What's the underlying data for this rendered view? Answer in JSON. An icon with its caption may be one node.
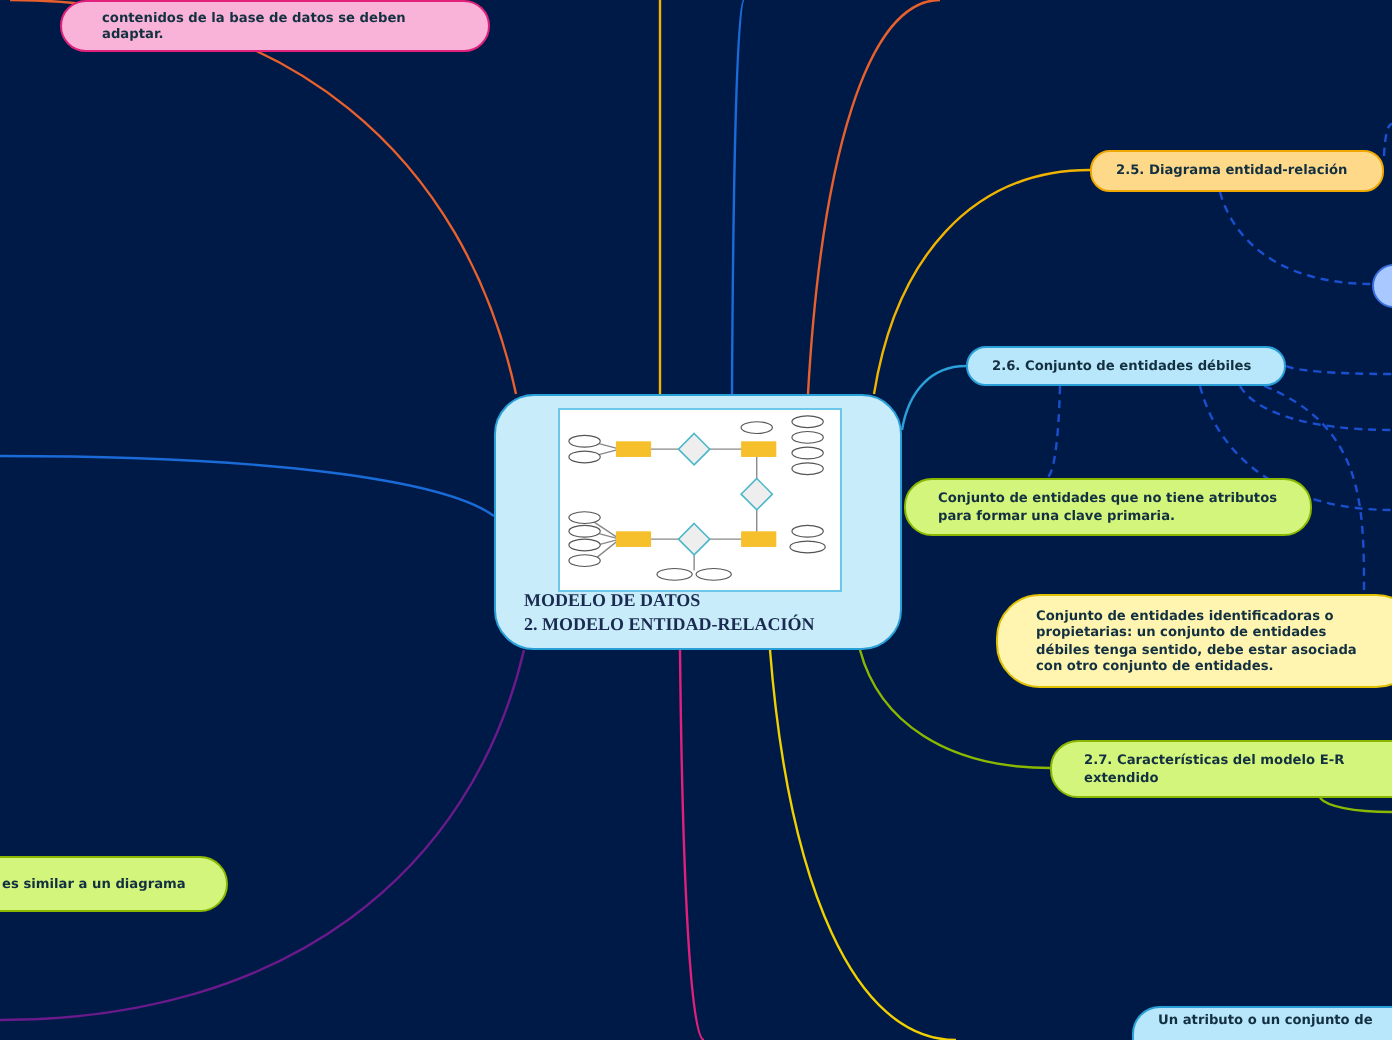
{
  "diagram": {
    "nodes": [
      {
        "text": [
          "MODELO DE DATOS",
          "2. MODELO ENTIDAD-RELACIÓN"
        ]
      },
      {
        "text": [
          "contenidos de la base de datos se deben adaptar."
        ]
      },
      {
        "text": [
          "2.5. Diagrama entidad-relación"
        ]
      },
      {
        "text": [],
        "shape": "circle"
      },
      {
        "text": [
          "2.6. Conjunto de entidades débiles"
        ]
      },
      {
        "text": [
          "Conjunto de entidades que no tiene atributos para formar una clave primaria."
        ]
      },
      {
        "text": [
          "Conjunto de entidades identificadoras o propietarias:  un conjunto de entidades débiles tenga sentido, debe estar asociada con otro conjunto de entidades."
        ]
      },
      {
        "text": [
          "2.7. Características del modelo E-R extendido"
        ]
      },
      {
        "text": [
          "Un atributo o un conjunto de"
        ]
      },
      {
        "text": [
          "es similar a un diagrama"
        ]
      }
    ],
    "edges": [
      {
        "from": 0,
        "to": null,
        "arrow": "none",
        "color": "#e8602c"
      },
      {
        "from": 0,
        "to": null,
        "arrow": "none",
        "color": "#f0b400"
      },
      {
        "from": 0,
        "to": null,
        "arrow": "none",
        "color": "#1a6ad8"
      },
      {
        "from": 0,
        "to": null,
        "arrow": "none",
        "color": "#e8602c"
      },
      {
        "from": 0,
        "to": 2,
        "arrow": "none",
        "color": "#f0b400"
      },
      {
        "from": 0,
        "to": 4,
        "arrow": "none",
        "color": "#2aa0d8"
      },
      {
        "from": 0,
        "to": 7,
        "arrow": "none",
        "color": "#8ab800"
      },
      {
        "from": 0,
        "to": null,
        "arrow": "none",
        "color": "#f0d000"
      },
      {
        "from": 0,
        "to": null,
        "arrow": "none",
        "color": "#e0207a"
      },
      {
        "from": 0,
        "to": null,
        "arrow": "none",
        "color": "#6a1a8a"
      },
      {
        "from": 0,
        "to": null,
        "arrow": "none",
        "color": "#1a6ad8"
      },
      {
        "from": 2,
        "to": 3,
        "arrow": "none",
        "style": "dashed",
        "color": "#1a4fd0"
      },
      {
        "from": 2,
        "to": null,
        "arrow": "none",
        "style": "dashed",
        "color": "#1a4fd0"
      },
      {
        "from": 4,
        "to": null,
        "arrow": "none",
        "style": "dashed",
        "color": "#1a4fd0"
      },
      {
        "from": 4,
        "to": null,
        "arrow": "none",
        "style": "dashed",
        "color": "#1a4fd0"
      },
      {
        "from": 4,
        "to": null,
        "arrow": "none",
        "style": "dashed",
        "color": "#1a4fd0"
      },
      {
        "from": 4,
        "to": 5,
        "arrow": "none",
        "style": "dashed",
        "color": "#1a4fd0"
      },
      {
        "from": 4,
        "to": 6,
        "arrow": "none",
        "style": "dashed",
        "color": "#1a4fd0"
      },
      {
        "from": 7,
        "to": null,
        "arrow": "none",
        "color": "#8ab800"
      }
    ]
  }
}
